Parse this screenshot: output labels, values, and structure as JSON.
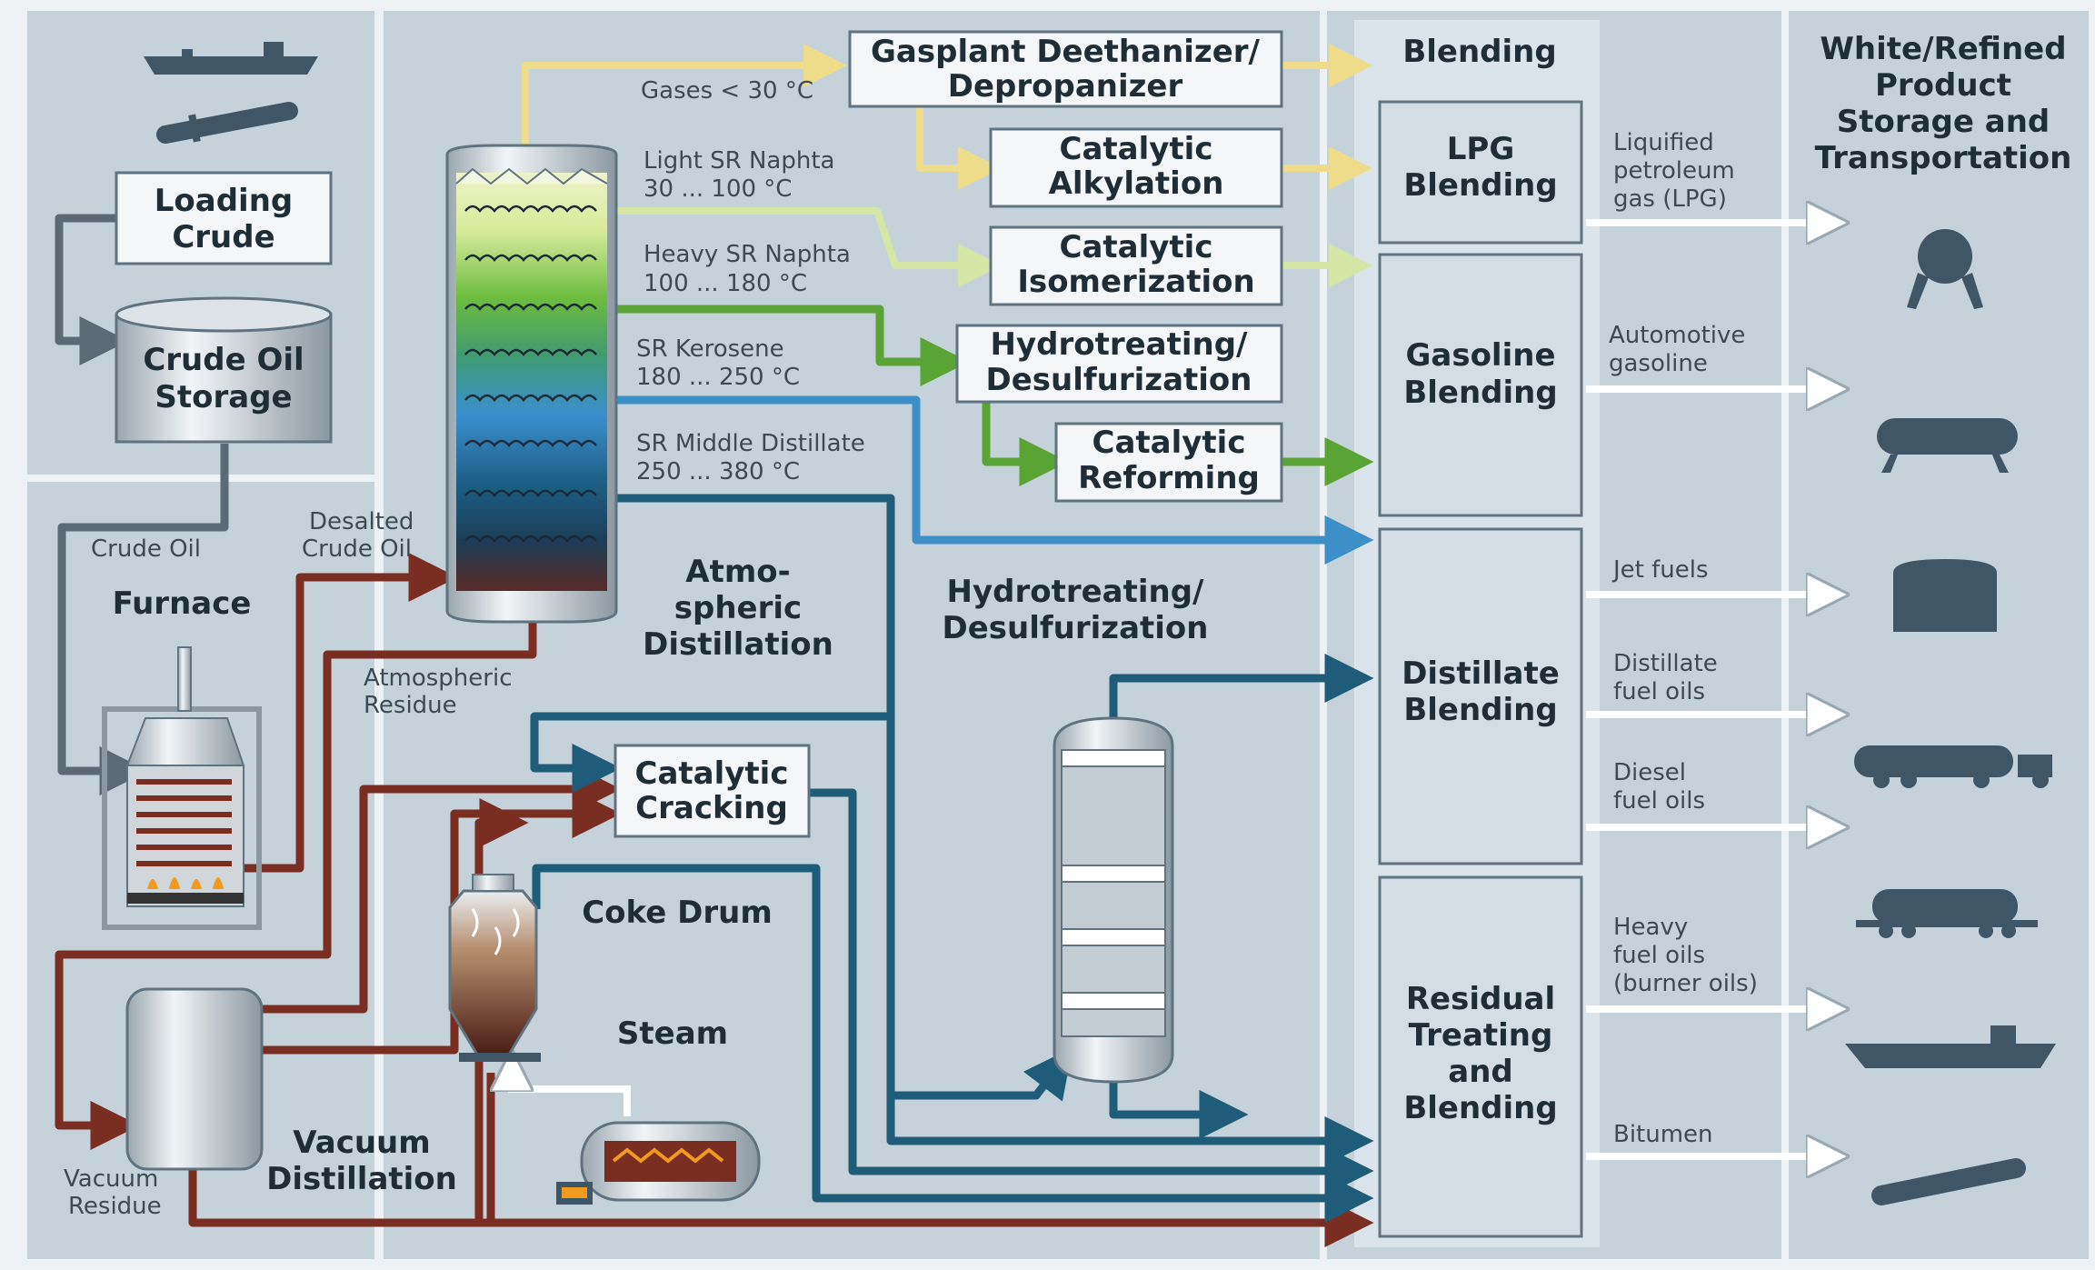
{
  "colors": {
    "panel": "#c6d2da",
    "panel_blend": "#d9e3e9",
    "crude": "#5b6a75",
    "residue": "#7a2e22",
    "gas": "#eedc8a",
    "light_naphtha": "#d6e6a6",
    "heavy_naphtha": "#5aa436",
    "kerosene": "#3d8fc7",
    "middle_distillate": "#1f5c7a",
    "product_arrow": "#ffffff"
  },
  "headers": {
    "blending": "Blending",
    "storage": [
      "White/Refined",
      "Product",
      "Storage and",
      "Transportation"
    ]
  },
  "units": {
    "loading_crude": [
      "Loading",
      "Crude"
    ],
    "crude_oil_storage": [
      "Crude Oil",
      "Storage"
    ],
    "furnace": "Furnace",
    "atmospheric_distillation": [
      "Atmo-",
      "spheric",
      "Distillation"
    ],
    "gasplant": [
      "Gasplant Deethanizer/",
      "Depropanizer"
    ],
    "catalytic_alkylation": [
      "Catalytic",
      "Alkylation"
    ],
    "catalytic_isomerization": [
      "Catalytic",
      "Isomerization"
    ],
    "hydrotreating_box": [
      "Hydrotreating/",
      "Desulfurization"
    ],
    "catalytic_reforming": [
      "Catalytic",
      "Reforming"
    ],
    "hydrotreating_reactor": [
      "Hydrotreating/",
      "Desulfurization"
    ],
    "catalytic_cracking": [
      "Catalytic",
      "Cracking"
    ],
    "coke_drum": "Coke Drum",
    "steam": "Steam",
    "vacuum_distillation": [
      "Vacuum",
      "Distillation"
    ]
  },
  "streams": {
    "crude_oil": "Crude Oil",
    "desalted_crude": [
      "Desalted",
      "Crude Oil"
    ],
    "atmospheric_residue": [
      "Atmospheric",
      "Residue"
    ],
    "vacuum_residue": [
      "Vacuum",
      "Residue"
    ],
    "gases": "Gases < 30 °C",
    "light_naphtha": [
      "Light SR Naphta",
      "30 ... 100 °C"
    ],
    "heavy_naphtha": [
      "Heavy SR Naphta",
      "100 ... 180 °C"
    ],
    "kerosene": [
      "SR Kerosene",
      "180 ... 250 °C"
    ],
    "middle_distillate": [
      "SR Middle Distillate",
      "250 ... 380 °C"
    ]
  },
  "blending_units": {
    "lpg": [
      "LPG",
      "Blending"
    ],
    "gasoline": [
      "Gasoline",
      "Blending"
    ],
    "distillate": [
      "Distillate",
      "Blending"
    ],
    "residual": [
      "Residual",
      "Treating",
      "and",
      "Blending"
    ]
  },
  "products": {
    "lpg": [
      "Liquified",
      "petroleum",
      "gas (LPG)"
    ],
    "gasoline": [
      "Automotive",
      "gasoline"
    ],
    "jet": [
      "Jet fuels"
    ],
    "distillate_fuel": [
      "Distillate",
      "fuel oils"
    ],
    "diesel": [
      "Diesel",
      "fuel oils"
    ],
    "heavy_fuel": [
      "Heavy",
      "fuel oils",
      "(burner oils)"
    ],
    "bitumen": [
      "Bitumen"
    ]
  },
  "transport_icons": [
    "sphere-tank-icon",
    "horizontal-tank-icon",
    "storage-tank-icon",
    "tanker-truck-icon",
    "rail-tank-car-icon",
    "tanker-ship-icon",
    "pipeline-icon"
  ]
}
